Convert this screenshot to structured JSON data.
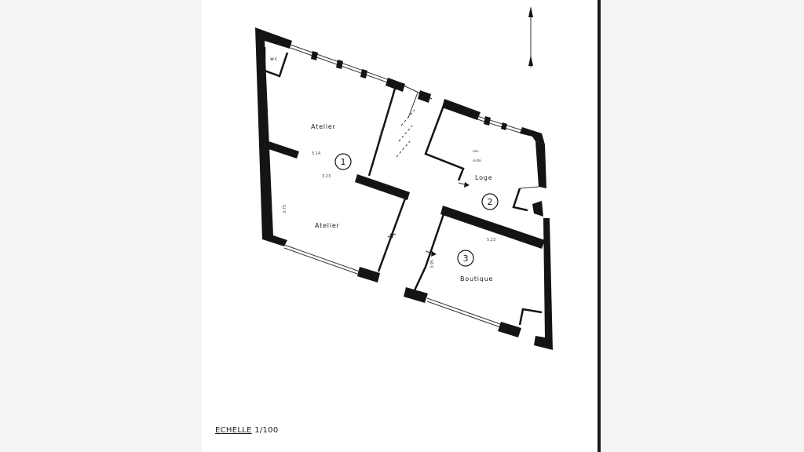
{
  "rooms": [
    {
      "id": "1",
      "labels": [
        "Atelier",
        "Atelier"
      ]
    },
    {
      "id": "2",
      "labels": [
        "Loge"
      ]
    },
    {
      "id": "3",
      "labels": [
        "Boutique"
      ]
    }
  ],
  "wc_label": "wc",
  "dimensions": {
    "atelier_upper": "5.14",
    "atelier_mid": "3.23",
    "atelier_side": "3.75",
    "corridor": "4.40",
    "loge_small_1": "non",
    "loge_small_2": "visite",
    "boutique_width": "5.23",
    "boutique_side": "3.95"
  },
  "scale": {
    "prefix": "ECHELLE",
    "value": "1/100"
  },
  "colors": {
    "ink": "#141414",
    "paper": "#ffffff",
    "background": "#f4f4f4"
  },
  "icons": [
    "north-arrow-icon"
  ]
}
